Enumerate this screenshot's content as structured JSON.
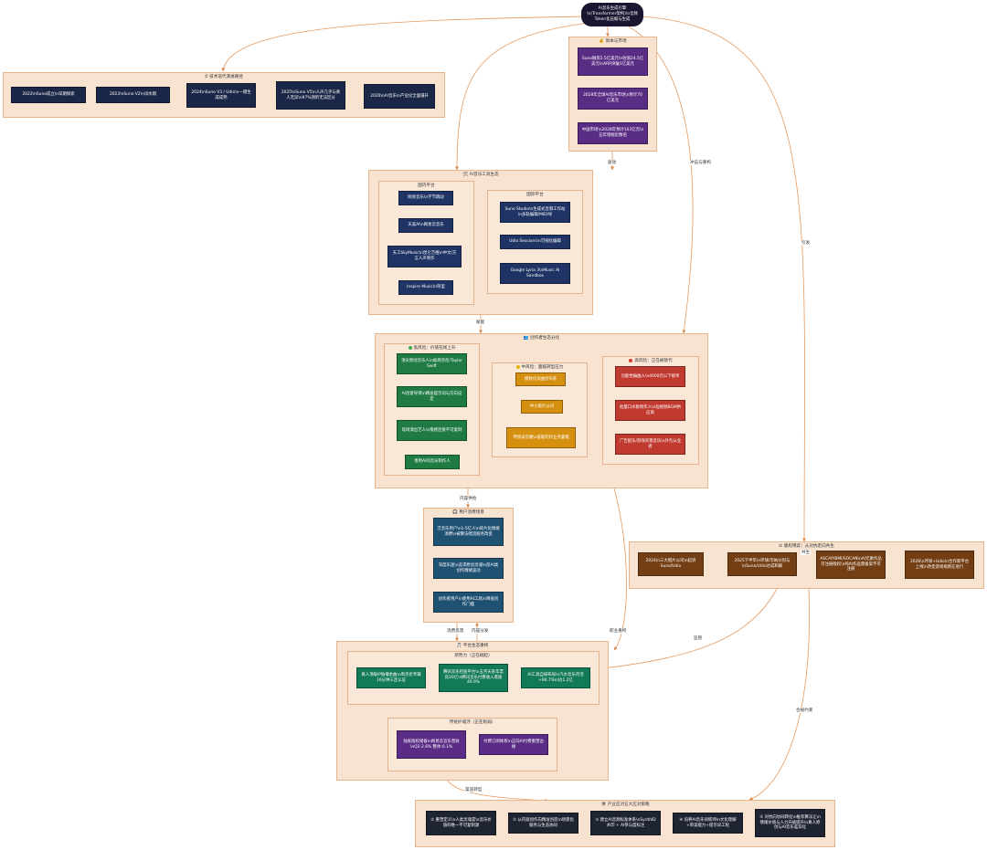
{
  "root": "AI音乐生成引擎\\n(Transformer架构)\\n音频Token化压缩与生成",
  "clusters": {
    "market": {
      "title": "💰 资本与市场",
      "nodes": [
        "Suno融资2.5亿美元\\n估值24.5亿美元\\nARR突破1亿美元",
        "2028年全球AI音乐市场\\n预计70亿美元",
        "中国市场\\n2028年预计103亿元\\n五年增幅近数倍"
      ]
    },
    "timeline": {
      "title": "⏱ 技术迭代演进路径",
      "nodes": [
        "2022\\nSuno成立\\n早期探索",
        "2023\\nSuno V2\\n试水期",
        "2024\\nSuno V3 / Udio\\n一键生成成熟",
        "2025\\nSuno V5\\n人声几乎与真人无异\\n97%测听无法区分",
        "2026\\nAI音乐\\n产业化全面铺开"
      ]
    },
    "tools": {
      "title": "🛠 AI音乐工具生态",
      "domestic": {
        "title": "国内平台",
        "nodes": [
          "网易音乐\\n字节跳动",
          "天美AI\\n网易云音乐",
          "天工SkyMusic\\n昆仑万维\\n中文/方言人声制作",
          "Inspire Music\\n阿里"
        ]
      },
      "foreign": {
        "title": "国际平台",
        "nodes": [
          "Suno Studio\\n生成式音频工作站\\n多轨编辑/MIDI导",
          "Udio Sessions\\n可视化编辑",
          "Google Lyria 3\\nMusic AI Sandbox"
        ]
      }
    },
    "creators": {
      "title": "👥 创作者生态分化",
      "low": {
        "title": "低风险：价值在线上升",
        "nodes": [
          "顶尖原创音乐人\\n如周杰伦/Taylor Swift",
          "AI创意导演\\n精准提示词与方向设定",
          "现场演出艺人\\n情感连接不可复制",
          "善用AI的音乐制作人"
        ]
      },
      "mid": {
        "title": "中风险：面临转型压力",
        "nodes": [
          "模板化词曲创作者",
          "中小版片公司",
          "传统录音棚\\n基础制作业务萎缩"
        ]
      },
      "high": {
        "title": "高风险：正在被替代",
        "nodes": [
          "功能性编曲人\\n4000元以下接单",
          "批量口水歌制作人\\n短视频BGM供应商",
          "广告配乐/游戏背景音乐\\n外包从业者"
        ]
      }
    },
    "users": {
      "title": "🎧 用户消费场景",
      "nodes": [
        "泛音乐用户\\n1-5亿人\\n碎片化情绪消费\\n被算法喂流服务改变",
        "深度乐迷\\n追求原创灵魂\\n反AI类创作情绪波动",
        "创作者用户\\n使用AI工具\\n降低创作门槛"
      ]
    },
    "platform": {
      "title": "🎵 平台生态重构",
      "newforce": {
        "title": "新势力（正在崛起）",
        "nodes": [
          "真人顶级IP独播金曲\\n周杰伦专辑16分钟三连认证",
          "腾讯音乐控股平台\\n五月天系年票房20亿\\n腾讯音乐付费收入增速40.9%",
          "AI工具自研布局\\n汽水音乐月活+90.7%\\n达1.2亿"
        ]
      },
      "legacy": {
        "title": "传统护城河（正在削弱）",
        "nodes": [
          "独家版权储备\\n网易云音乐营收\\nQ2-2.6% 整体-0.1%",
          "付费订阅体系\\n正向AI付费重塑边缘"
        ]
      }
    },
    "legal": {
      "title": "⚖ 版权博弈：从对抗走向共生",
      "nodes": [
        "2024\\n三大唱片公司\\n起诉Suno/Udio",
        "2025下半年\\n环球/华纳分别与\\nSuno/Udio达成和解",
        "ASCAP/BMI/SOCAN\\nAI元素作品可注册版权\\n纯AI作品需备案不可注册",
        "2026\\n环球+Udio\\n合作新平台上线\\n改变游戏规则在进行"
      ]
    },
    "response": {
      "title": "🛡 产业应对五大应对策略",
      "nodes": [
        "① 重塑定义\\n人类灵魂是\\n音乐价值的唯一不可复制源",
        "② 从内容创作向精准创造\\n场景化服务与生态协同",
        "③ 建立AI音频标准体系\\nSynthID水印 + AI参与度标注",
        "④ 培养AI音乐训练师\\n文化理解+审美能力+提示词工程",
        "⑤ 对抗向协同转化\\n推荐算法让\\n情绪价值与人力升级提升\\n真人原创与AI音乐差异化"
      ]
    }
  },
  "edges": {
    "drive": "驱动",
    "impact": "冲击与重构",
    "trigger": "引发",
    "empower": "赋能",
    "content": "内容供给",
    "consume": "消费反馈",
    "supply": "内容分发",
    "reconstruct": "职业重构",
    "coexist": "共生",
    "regulate": "监管",
    "shape": "合规约束",
    "transform": "渠道转型"
  }
}
